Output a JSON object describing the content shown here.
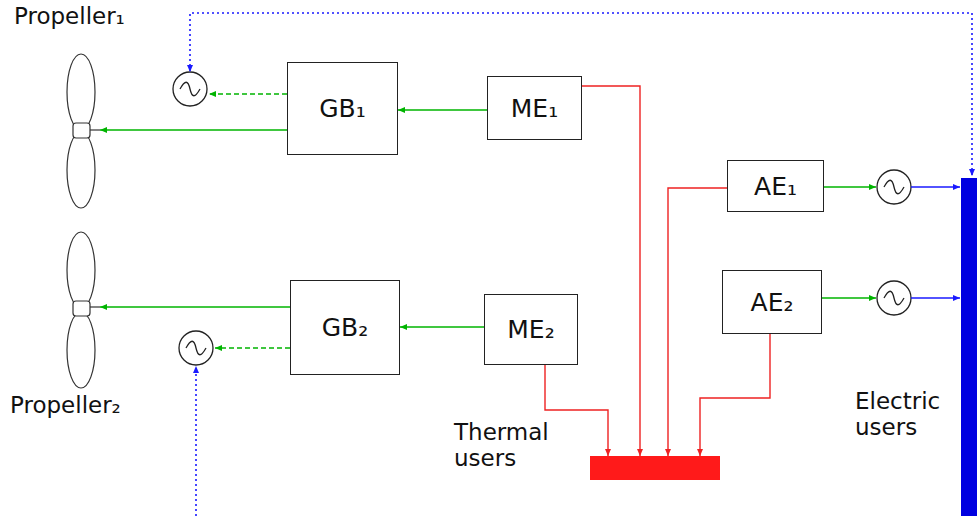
{
  "diagram": {
    "nodes": [
      {
        "text": [
          "Propeller₁"
        ]
      },
      {
        "text": [
          "GB₁"
        ]
      },
      {
        "text": [
          "ME₁"
        ]
      },
      {
        "text": [
          "AE₁"
        ]
      },
      {
        "text": [
          "Propeller₂"
        ]
      },
      {
        "text": [
          "AE₂"
        ]
      },
      {
        "text": [
          "GB₂"
        ]
      },
      {
        "text": [
          "ME₂"
        ]
      },
      {
        "text": [
          "Electric users"
        ]
      },
      {
        "text": [
          "Thermal users"
        ]
      }
    ],
    "edges": [
      {
        "from": 2,
        "to": 1,
        "arrow": "to"
      },
      {
        "from": 1,
        "to": 0,
        "arrow": "to"
      },
      {
        "from": 7,
        "to": 6,
        "arrow": "to"
      },
      {
        "from": 6,
        "to": 4,
        "arrow": "to"
      },
      {
        "from": 2,
        "to": 9,
        "arrow": "to"
      },
      {
        "from": 3,
        "to": 9,
        "arrow": "to"
      },
      {
        "from": 7,
        "to": 9,
        "arrow": "to"
      },
      {
        "from": 5,
        "to": 9,
        "arrow": "to"
      }
    ]
  }
}
